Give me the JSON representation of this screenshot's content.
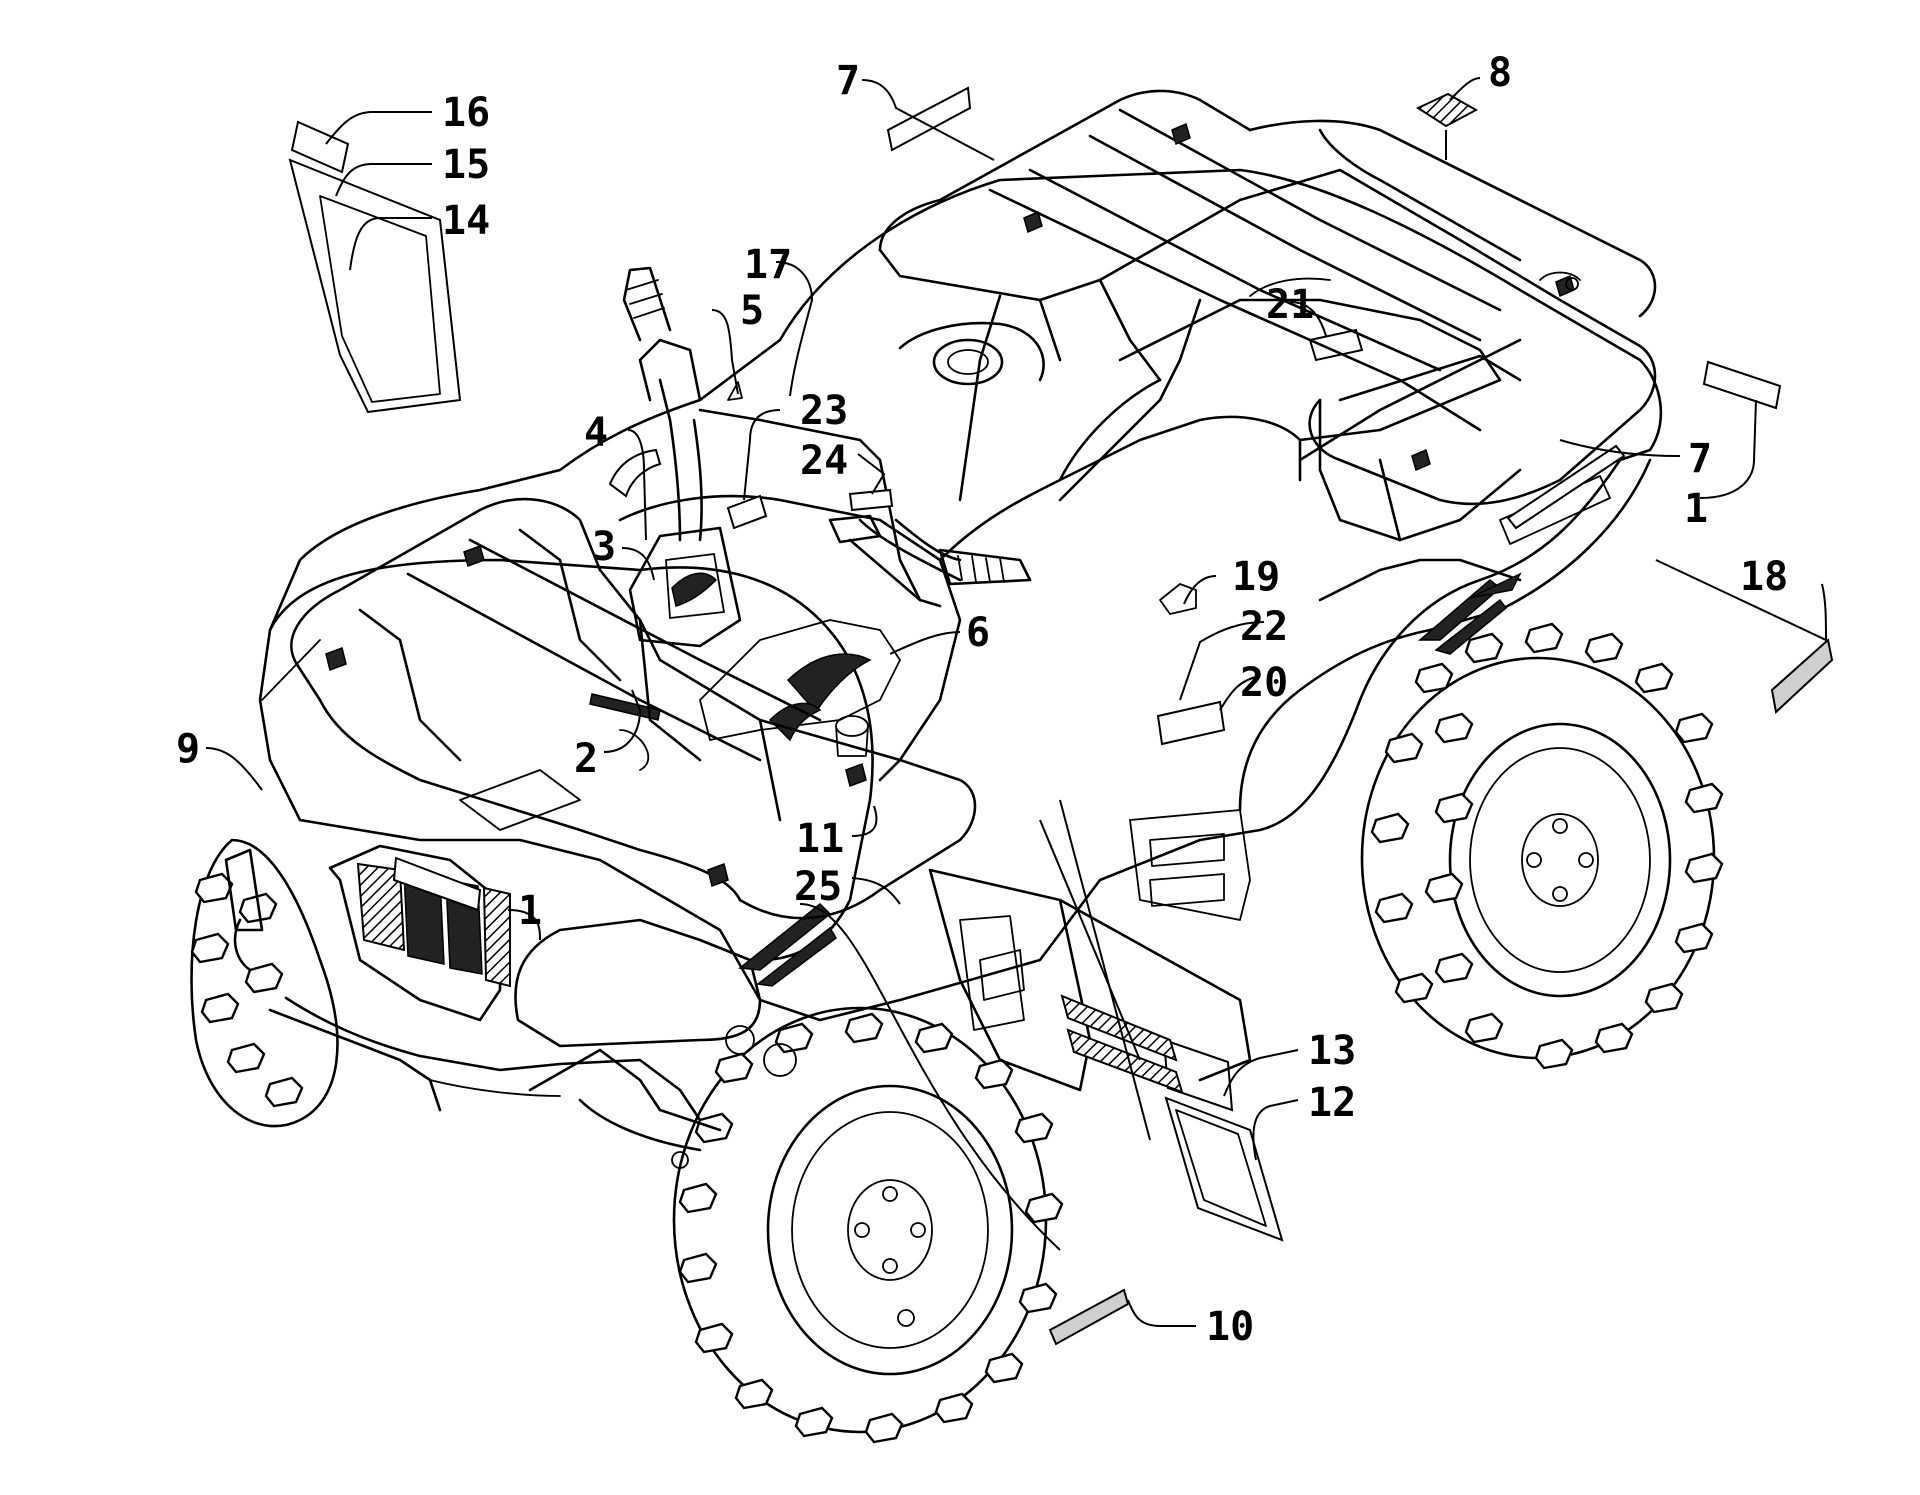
{
  "diagram": {
    "callouts": [
      {
        "id": "c16",
        "label": "16"
      },
      {
        "id": "c15",
        "label": "15"
      },
      {
        "id": "c14",
        "label": "14"
      },
      {
        "id": "c7a",
        "label": "7"
      },
      {
        "id": "c8",
        "label": "8"
      },
      {
        "id": "c17",
        "label": "17"
      },
      {
        "id": "c5",
        "label": "5"
      },
      {
        "id": "c21",
        "label": "21"
      },
      {
        "id": "c23",
        "label": "23"
      },
      {
        "id": "c24",
        "label": "24"
      },
      {
        "id": "c4",
        "label": "4"
      },
      {
        "id": "c7b",
        "label": "7"
      },
      {
        "id": "c1a",
        "label": "1"
      },
      {
        "id": "c3",
        "label": "3"
      },
      {
        "id": "c19",
        "label": "19"
      },
      {
        "id": "c18",
        "label": "18"
      },
      {
        "id": "c6",
        "label": "6"
      },
      {
        "id": "c22",
        "label": "22"
      },
      {
        "id": "c20",
        "label": "20"
      },
      {
        "id": "c9",
        "label": "9"
      },
      {
        "id": "c2",
        "label": "2"
      },
      {
        "id": "c11",
        "label": "11"
      },
      {
        "id": "c25",
        "label": "25"
      },
      {
        "id": "c1b",
        "label": "1"
      },
      {
        "id": "c13",
        "label": "13"
      },
      {
        "id": "c12",
        "label": "12"
      },
      {
        "id": "c10",
        "label": "10"
      }
    ]
  }
}
